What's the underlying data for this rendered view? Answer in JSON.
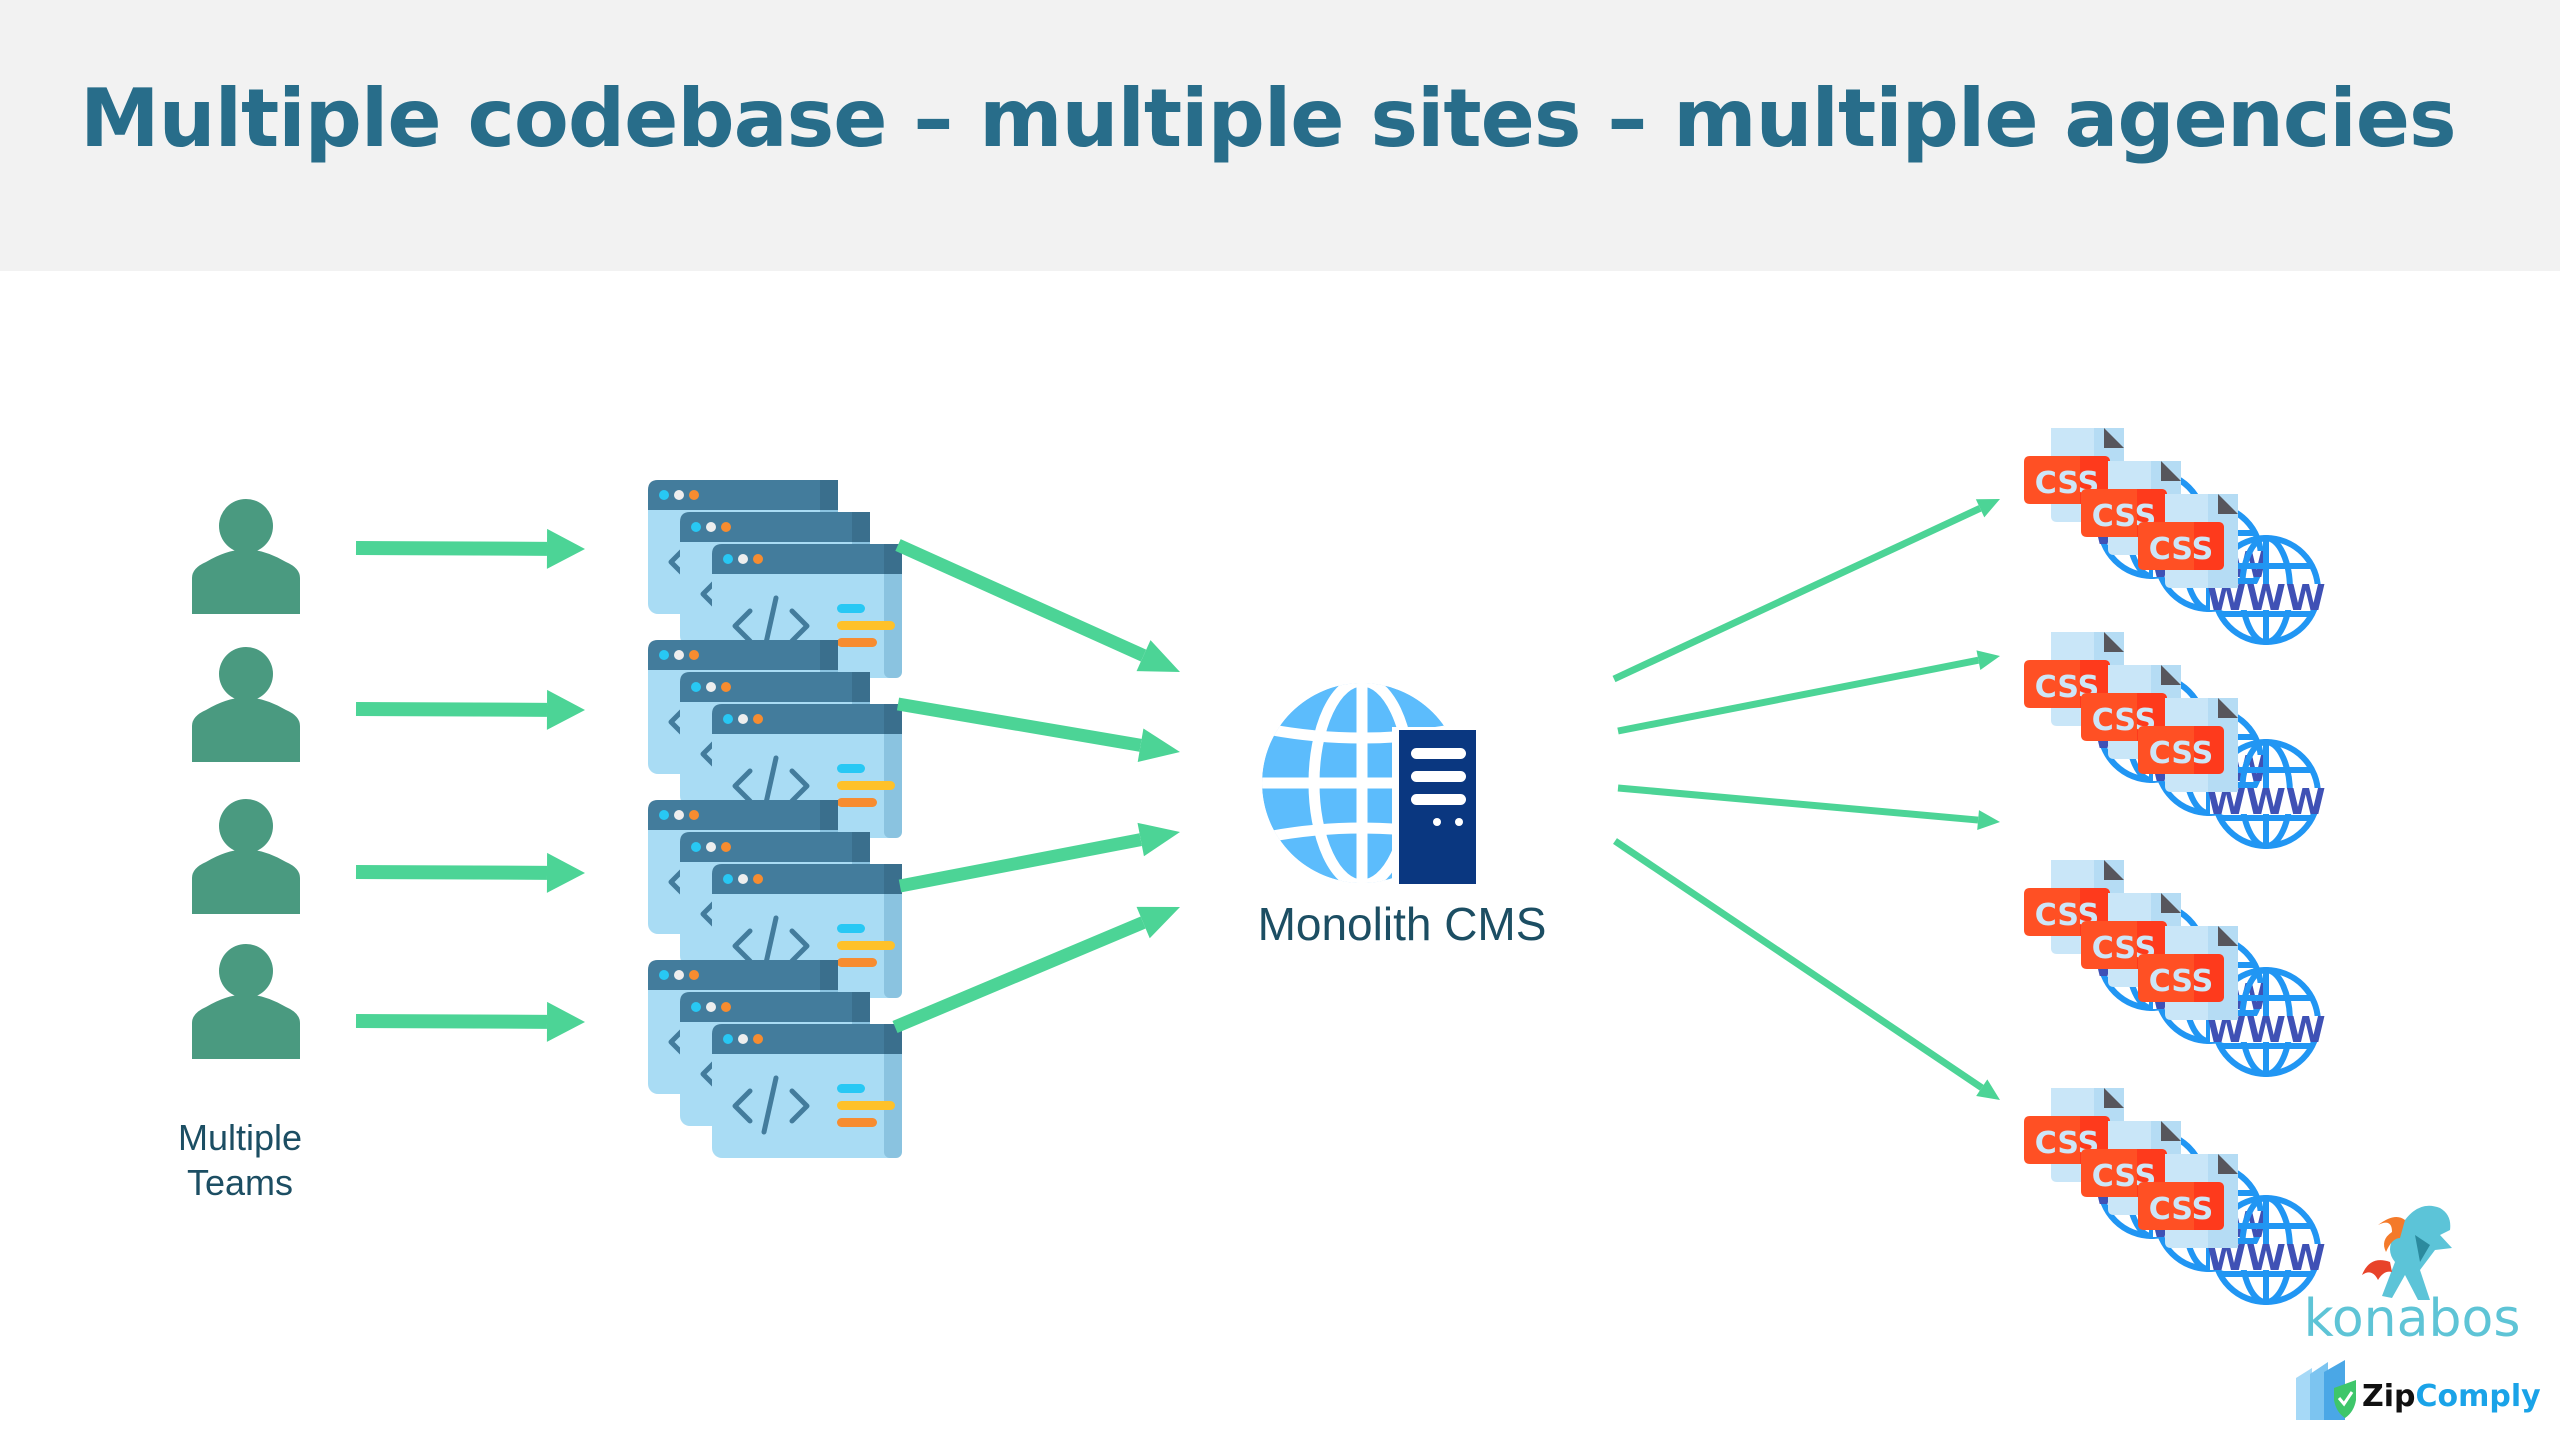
{
  "header": {
    "title": "Multiple codebase – multiple sites – multiple agencies"
  },
  "teams": {
    "count": 4,
    "icon": "person-icon",
    "label_line1": "Multiple",
    "label_line2": "Teams"
  },
  "codebases": {
    "count": 4,
    "icon": "code-window-stack-icon",
    "code_glyph": "</>"
  },
  "cms": {
    "label": "Monolith CMS",
    "icon": "globe-server-icon"
  },
  "sites": {
    "count": 4,
    "icon": "css-file-www-globe-stack-icon",
    "badge_text": "CSS",
    "globe_text": "WWW"
  },
  "logos": {
    "konabos": "konabos",
    "zipcomply_part1": "Zip",
    "zipcomply_part2": "Comply"
  },
  "colors": {
    "title": "#286d8a",
    "header_bg": "#f2f2f2",
    "arrow": "#4cd496",
    "person": "#4a9a80",
    "window_header": "#437c9c",
    "window_body": "#a9dcf4",
    "globe": "#5cbcfc",
    "server": "#0a3780",
    "css_badge": "#ff5024",
    "www_globe": "#2196f3",
    "label_text": "#1c4e63"
  }
}
